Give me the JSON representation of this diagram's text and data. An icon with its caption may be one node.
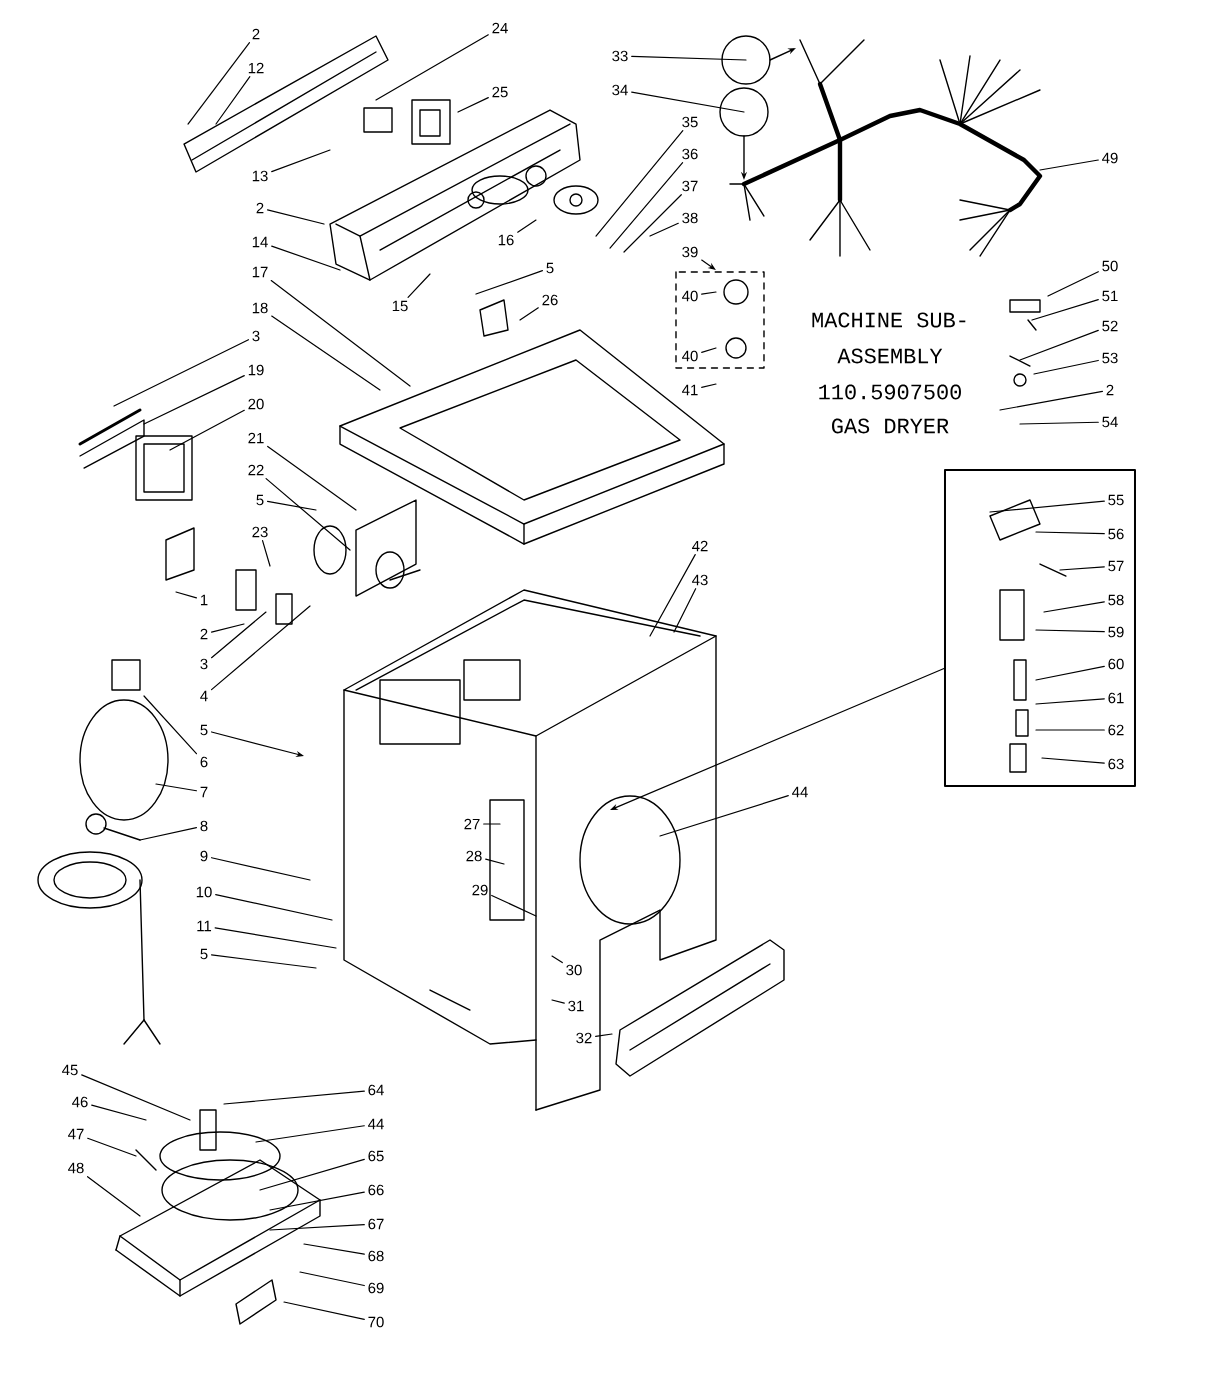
{
  "diagram": {
    "nodes": [
      {
        "text": [
          "2"
        ]
      },
      {
        "text": [
          "12"
        ]
      },
      {
        "text": [
          "24"
        ]
      },
      {
        "text": [
          "25"
        ]
      },
      {
        "text": [
          "13"
        ]
      },
      {
        "text": [
          "2"
        ]
      },
      {
        "text": [
          "14"
        ]
      },
      {
        "text": [
          "16"
        ]
      },
      {
        "text": [
          "17"
        ]
      },
      {
        "text": [
          "5"
        ]
      },
      {
        "text": [
          "15"
        ]
      },
      {
        "text": [
          "18"
        ]
      },
      {
        "text": [
          "26"
        ]
      },
      {
        "text": [
          "3"
        ]
      },
      {
        "text": [
          "19"
        ]
      },
      {
        "text": [
          "20"
        ]
      },
      {
        "text": [
          "21"
        ]
      },
      {
        "text": [
          "22"
        ]
      },
      {
        "text": [
          "5"
        ]
      },
      {
        "text": [
          "23"
        ]
      },
      {
        "text": [
          "1"
        ]
      },
      {
        "text": [
          "2"
        ]
      },
      {
        "text": [
          "3"
        ]
      },
      {
        "text": [
          "4"
        ]
      },
      {
        "text": [
          "5"
        ]
      },
      {
        "text": [
          "6"
        ]
      },
      {
        "text": [
          "7"
        ]
      },
      {
        "text": [
          "8"
        ]
      },
      {
        "text": [
          "9"
        ]
      },
      {
        "text": [
          "10"
        ]
      },
      {
        "text": [
          "11"
        ]
      },
      {
        "text": [
          "5"
        ]
      },
      {
        "text": [
          "33"
        ]
      },
      {
        "text": [
          "34"
        ]
      },
      {
        "text": [
          "35"
        ]
      },
      {
        "text": [
          "36"
        ]
      },
      {
        "text": [
          "37"
        ]
      },
      {
        "text": [
          "38"
        ]
      },
      {
        "text": [
          "39"
        ]
      },
      {
        "text": [
          "40"
        ]
      },
      {
        "text": [
          "40"
        ]
      },
      {
        "text": [
          "41"
        ]
      },
      {
        "text": [
          "49"
        ]
      },
      {
        "text": [
          "50"
        ]
      },
      {
        "text": [
          "51"
        ]
      },
      {
        "text": [
          "52"
        ]
      },
      {
        "text": [
          "53"
        ]
      },
      {
        "text": [
          "2"
        ]
      },
      {
        "text": [
          "54"
        ]
      },
      {
        "text": [],
        "shape": "box"
      },
      {
        "text": [
          "55"
        ],
        "in": 49
      },
      {
        "text": [
          "56"
        ],
        "in": 49
      },
      {
        "text": [
          "57"
        ],
        "in": 49
      },
      {
        "text": [
          "58"
        ],
        "in": 49
      },
      {
        "text": [
          "59"
        ],
        "in": 49
      },
      {
        "text": [
          "60"
        ],
        "in": 49
      },
      {
        "text": [
          "61"
        ],
        "in": 49
      },
      {
        "text": [
          "62"
        ],
        "in": 49
      },
      {
        "text": [
          "63"
        ],
        "in": 49
      },
      {
        "text": [
          "42"
        ]
      },
      {
        "text": [
          "43"
        ]
      },
      {
        "text": [
          "44"
        ]
      },
      {
        "text": [
          "27"
        ]
      },
      {
        "text": [
          "28"
        ]
      },
      {
        "text": [
          "29"
        ]
      },
      {
        "text": [
          "30"
        ]
      },
      {
        "text": [
          "31"
        ]
      },
      {
        "text": [
          "32"
        ]
      },
      {
        "text": [
          "45"
        ]
      },
      {
        "text": [
          "46"
        ]
      },
      {
        "text": [
          "47"
        ]
      },
      {
        "text": [
          "48"
        ]
      },
      {
        "text": [
          "64"
        ]
      },
      {
        "text": [
          "44"
        ]
      },
      {
        "text": [
          "65"
        ]
      },
      {
        "text": [
          "66"
        ]
      },
      {
        "text": [
          "67"
        ]
      },
      {
        "text": [
          "68"
        ]
      },
      {
        "text": [
          "69"
        ]
      },
      {
        "text": [
          "70"
        ]
      }
    ],
    "edges": [
      {
        "from": 0,
        "to": null,
        "arrow": "none"
      },
      {
        "from": 1,
        "to": null,
        "arrow": "none"
      },
      {
        "from": 2,
        "to": null,
        "arrow": "none"
      },
      {
        "from": 3,
        "to": null,
        "arrow": "none"
      },
      {
        "from": 4,
        "to": null,
        "arrow": "none"
      },
      {
        "from": 5,
        "to": null,
        "arrow": "none"
      },
      {
        "from": 6,
        "to": null,
        "arrow": "none"
      },
      {
        "from": 7,
        "to": null,
        "arrow": "none"
      },
      {
        "from": 8,
        "to": null,
        "arrow": "none"
      },
      {
        "from": 9,
        "to": null,
        "arrow": "none"
      },
      {
        "from": 10,
        "to": null,
        "arrow": "none"
      },
      {
        "from": 11,
        "to": null,
        "arrow": "none"
      },
      {
        "from": 12,
        "to": null,
        "arrow": "none"
      },
      {
        "from": 13,
        "to": null,
        "arrow": "none"
      },
      {
        "from": 14,
        "to": null,
        "arrow": "none"
      },
      {
        "from": 15,
        "to": null,
        "arrow": "none"
      },
      {
        "from": 16,
        "to": null,
        "arrow": "none"
      },
      {
        "from": 17,
        "to": null,
        "arrow": "none"
      },
      {
        "from": 18,
        "to": null,
        "arrow": "none"
      },
      {
        "from": 19,
        "to": null,
        "arrow": "none"
      },
      {
        "from": 20,
        "to": null,
        "arrow": "none"
      },
      {
        "from": 21,
        "to": null,
        "arrow": "none"
      },
      {
        "from": 22,
        "to": null,
        "arrow": "none"
      },
      {
        "from": 23,
        "to": null,
        "arrow": "none"
      },
      {
        "from": 24,
        "to": null,
        "arrow": "to"
      },
      {
        "from": 25,
        "to": null,
        "arrow": "none"
      },
      {
        "from": 26,
        "to": null,
        "arrow": "none"
      },
      {
        "from": 27,
        "to": null,
        "arrow": "none"
      },
      {
        "from": 28,
        "to": null,
        "arrow": "none"
      },
      {
        "from": 29,
        "to": null,
        "arrow": "none"
      },
      {
        "from": 30,
        "to": null,
        "arrow": "none"
      },
      {
        "from": 31,
        "to": null,
        "arrow": "none"
      },
      {
        "from": 32,
        "to": null,
        "arrow": "none"
      },
      {
        "from": 33,
        "to": null,
        "arrow": "none"
      },
      {
        "from": 34,
        "to": null,
        "arrow": "none"
      },
      {
        "from": 35,
        "to": null,
        "arrow": "none"
      },
      {
        "from": 36,
        "to": null,
        "arrow": "none"
      },
      {
        "from": 37,
        "to": null,
        "arrow": "none"
      },
      {
        "from": 38,
        "to": null,
        "arrow": "to"
      },
      {
        "from": 39,
        "to": null,
        "arrow": "none"
      },
      {
        "from": 40,
        "to": null,
        "arrow": "none"
      },
      {
        "from": 41,
        "to": null,
        "arrow": "none"
      },
      {
        "from": 42,
        "to": null,
        "arrow": "none"
      },
      {
        "from": 43,
        "to": null,
        "arrow": "none"
      },
      {
        "from": 44,
        "to": null,
        "arrow": "none"
      },
      {
        "from": 45,
        "to": null,
        "arrow": "none"
      },
      {
        "from": 46,
        "to": null,
        "arrow": "none"
      },
      {
        "from": 47,
        "to": null,
        "arrow": "none"
      },
      {
        "from": 48,
        "to": null,
        "arrow": "none"
      },
      {
        "from": 49,
        "to": null,
        "arrow": "to"
      },
      {
        "from": 50,
        "to": null,
        "arrow": "none"
      },
      {
        "from": 51,
        "to": null,
        "arrow": "none"
      },
      {
        "from": 52,
        "to": null,
        "arrow": "none"
      },
      {
        "from": 53,
        "to": null,
        "arrow": "none"
      },
      {
        "from": 54,
        "to": null,
        "arrow": "none"
      },
      {
        "from": 55,
        "to": null,
        "arrow": "none"
      },
      {
        "from": 56,
        "to": null,
        "arrow": "none"
      },
      {
        "from": 57,
        "to": null,
        "arrow": "none"
      },
      {
        "from": 58,
        "to": null,
        "arrow": "none"
      },
      {
        "from": 59,
        "to": null,
        "arrow": "none"
      },
      {
        "from": 60,
        "to": null,
        "arrow": "none"
      },
      {
        "from": 61,
        "to": null,
        "arrow": "none"
      },
      {
        "from": 62,
        "to": null,
        "arrow": "none"
      },
      {
        "from": 63,
        "to": null,
        "arrow": "none"
      },
      {
        "from": 64,
        "to": null,
        "arrow": "none"
      },
      {
        "from": 65,
        "to": null,
        "arrow": "none"
      },
      {
        "from": 66,
        "to": null,
        "arrow": "none"
      },
      {
        "from": 67,
        "to": null,
        "arrow": "none"
      },
      {
        "from": 68,
        "to": null,
        "arrow": "none"
      },
      {
        "from": 69,
        "to": null,
        "arrow": "none"
      },
      {
        "from": 70,
        "to": null,
        "arrow": "none"
      },
      {
        "from": 71,
        "to": null,
        "arrow": "none"
      },
      {
        "from": 72,
        "to": null,
        "arrow": "none"
      },
      {
        "from": 73,
        "to": null,
        "arrow": "none"
      },
      {
        "from": 74,
        "to": null,
        "arrow": "none"
      },
      {
        "from": 75,
        "to": null,
        "arrow": "none"
      },
      {
        "from": 76,
        "to": null,
        "arrow": "none"
      },
      {
        "from": 77,
        "to": null,
        "arrow": "none"
      },
      {
        "from": 78,
        "to": null,
        "arrow": "none"
      },
      {
        "from": 79,
        "to": null,
        "arrow": "none"
      }
    ],
    "labels": [
      "MACHINE SUB-",
      "ASSEMBLY",
      "110.5907500",
      "GAS DRYER"
    ]
  }
}
